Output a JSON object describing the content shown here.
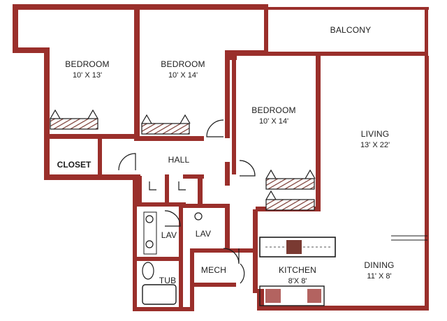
{
  "colors": {
    "wall": "#9a2f2b",
    "floor": "#ffffff",
    "ink": "#1c1c1c",
    "closet_fill": "#7a3a32"
  },
  "rooms": {
    "bedroom_1": {
      "name": "BEDROOM",
      "size": "10' X 13'"
    },
    "bedroom_2": {
      "name": "BEDROOM",
      "size": "10' X 14'"
    },
    "bedroom_3": {
      "name": "BEDROOM",
      "size": "10' X 14'"
    },
    "balcony": {
      "name": "BALCONY"
    },
    "living": {
      "name": "LIVING",
      "size": "13' X 22'"
    },
    "hall": {
      "name": "HALL"
    },
    "closet": {
      "name": "CLOSET"
    },
    "lav_1": {
      "name": "LAV"
    },
    "lav_2": {
      "name": "LAV"
    },
    "tub": {
      "name": "TUB"
    },
    "mech": {
      "name": "MECH"
    },
    "kitchen": {
      "name": "KITCHEN",
      "size": "8'X 8'"
    },
    "dining": {
      "name": "DINING",
      "size": "11' X 8'"
    }
  }
}
